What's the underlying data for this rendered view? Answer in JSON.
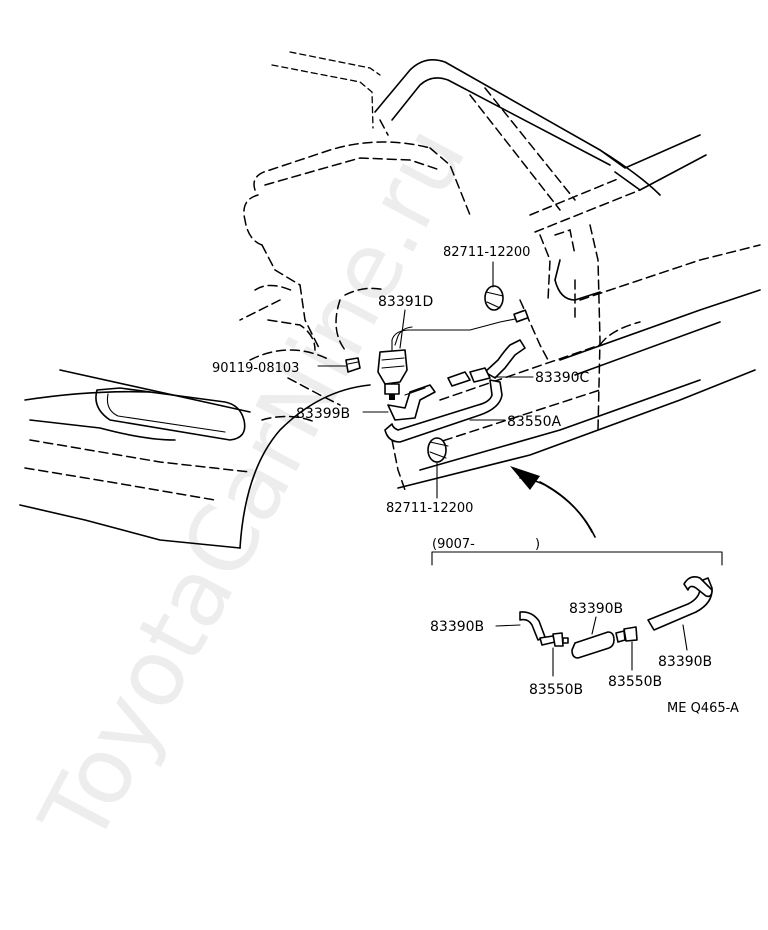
{
  "watermark": "ToyotaCarNine.ru",
  "figure_code": "ME Q465-A",
  "inset": {
    "bracket_label": "(9007-",
    "bracket_close": ")"
  },
  "labels": {
    "clip_top": "82711-12200",
    "washer_motor": "83391D",
    "bolt": "90119-08103",
    "hose_c": "83390C",
    "bracket": "83399B",
    "hose_a": "83550A",
    "clip_bottom": "82711-12200",
    "inset_hose_left": "83390B",
    "inset_hose_mid": "83390B",
    "inset_hose_right": "83390B",
    "inset_joint_left": "83550B",
    "inset_joint_right": "83550B"
  }
}
